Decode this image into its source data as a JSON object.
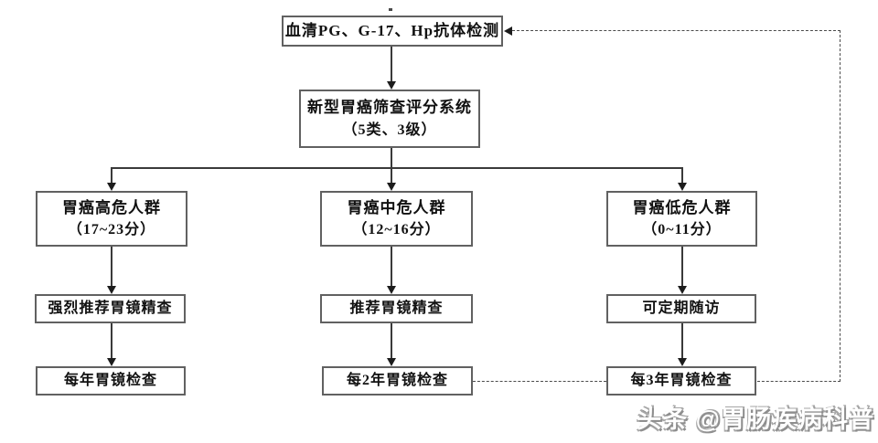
{
  "diagram": {
    "type": "flowchart",
    "language": "zh-CN",
    "nodes": {
      "serum_test": {
        "label": "血清PG、G-17、Hp抗体检测"
      },
      "scoring_system": {
        "title": "新型胃癌筛查评分系统",
        "subtitle": "（5类、3级）"
      },
      "high_risk": {
        "title": "胃癌高危人群",
        "subtitle": "（17~23分）"
      },
      "medium_risk": {
        "title": "胃癌中危人群",
        "subtitle": "（12~16分）"
      },
      "low_risk": {
        "title": "胃癌低危人群",
        "subtitle": "（0~11分）"
      },
      "high_action": {
        "label": "强烈推荐胃镜精查"
      },
      "medium_action": {
        "label": "推荐胃镜精查"
      },
      "low_action": {
        "label": "可定期随访"
      },
      "high_interval": {
        "label": "每年胃镜检查"
      },
      "medium_interval": {
        "label": "每2年胃镜检查"
      },
      "low_interval": {
        "label": "每3年胃镜检查"
      }
    },
    "edges": [
      "serum_test -> scoring_system",
      "scoring_system -> high_risk",
      "scoring_system -> medium_risk",
      "scoring_system -> low_risk",
      "high_risk -> high_action -> high_interval",
      "medium_risk -> medium_action -> medium_interval",
      "low_risk -> low_action -> low_interval",
      "medium_interval -- dashed -- low_interval",
      "low_interval -- dashed loop back --> serum_test"
    ],
    "colors": {
      "line": "#3a3a3a",
      "box_border": "#616161",
      "text": "#111111",
      "background": "#ffffff"
    }
  },
  "watermark": {
    "text": "头条 @胃肠疾病科普",
    "shadow_color": "#8e8e8e"
  }
}
